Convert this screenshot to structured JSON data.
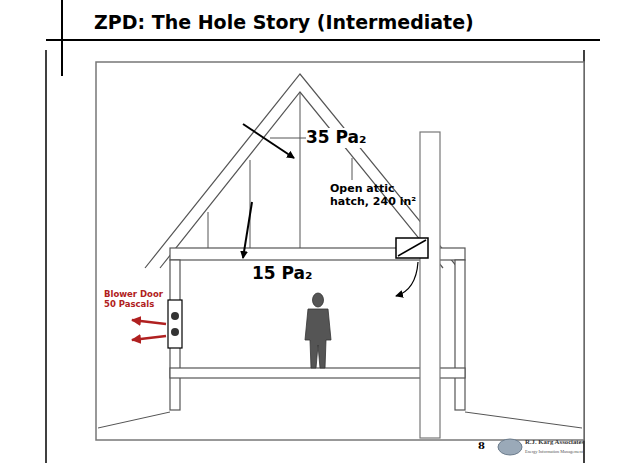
{
  "diagram": {
    "title": "ZPD: The Hole Story (Intermediate)",
    "labels": [
      "35 Pa₂",
      "Open attic hatch, 240 in²",
      "15 Pa₂",
      "Blower Door 50 Pascals",
      "8",
      "R.J. Karg Associates",
      "Energy Information Management"
    ]
  }
}
